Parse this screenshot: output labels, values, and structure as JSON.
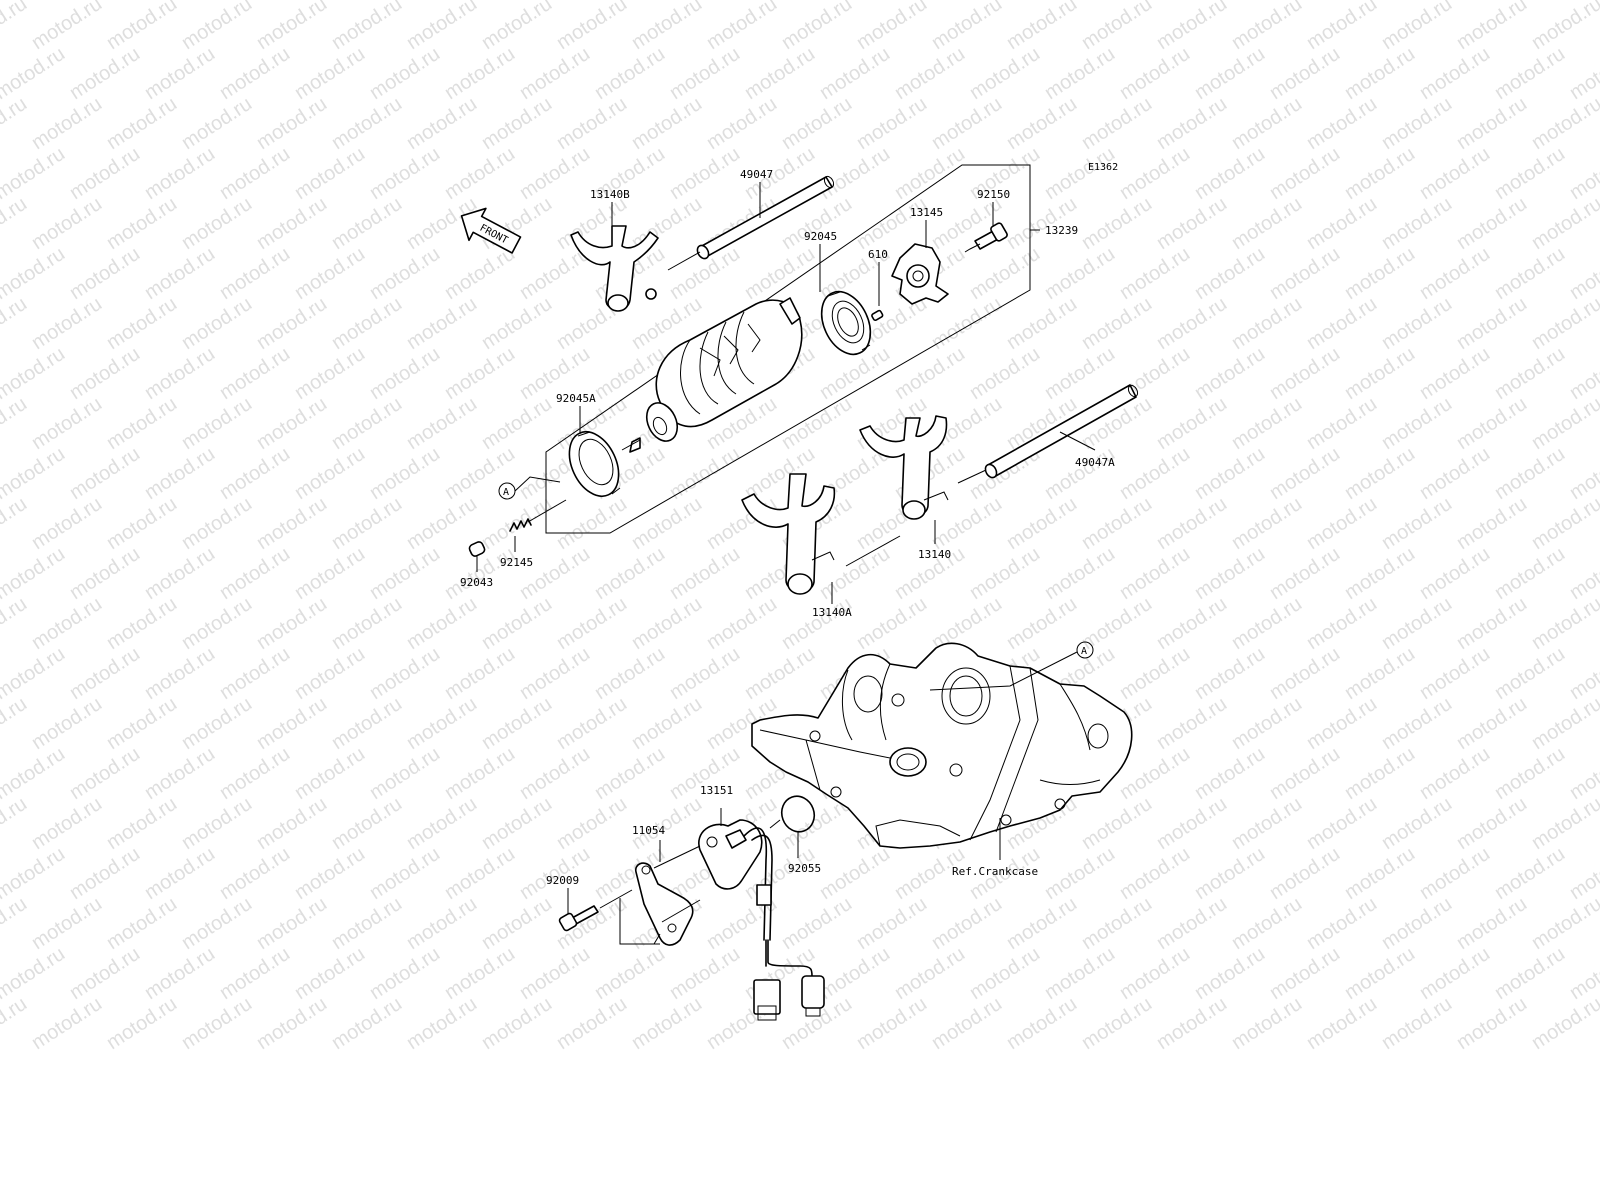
{
  "diagram_code": "E1362",
  "front_label": "FRONT",
  "watermark": "motod.ru",
  "reference_marker": "A",
  "crankcase_ref": "Ref.Crankcase",
  "parts": {
    "shift_rod_upper": "49047",
    "shift_fork_b": "13140B",
    "shift_drum_assembly": "13239",
    "stopper_bolt": "92150",
    "drum_pin_plate": "13145",
    "bearing": "92045",
    "pin": "610",
    "bearing_a": "92045A",
    "shift_rod_lower": "49047A",
    "shift_fork": "13140",
    "shift_fork_a": "13140A",
    "spring": "92145",
    "pin_plug": "92043",
    "gear_position_sensor": "13151",
    "oring": "92055",
    "bracket": "11054",
    "bolt": "92009"
  }
}
